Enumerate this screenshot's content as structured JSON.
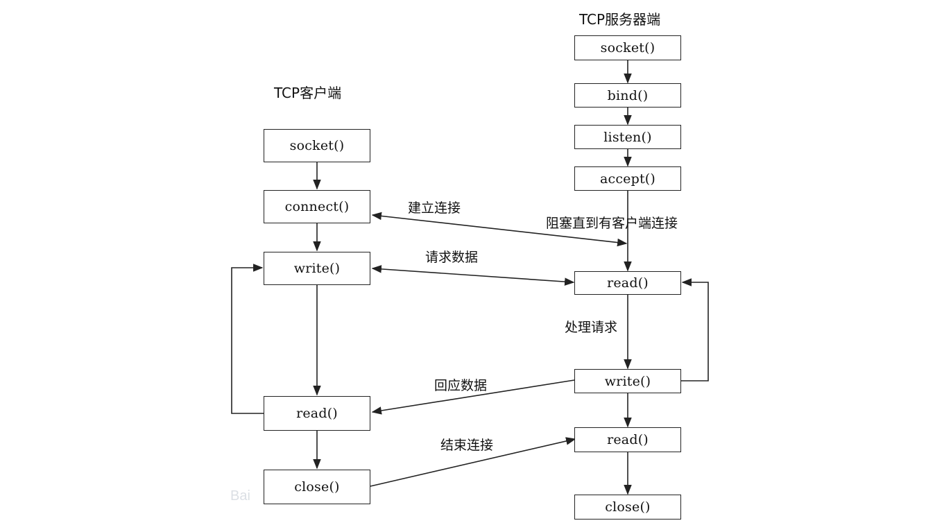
{
  "client": {
    "title": "TCP客户端",
    "boxes": {
      "socket": "socket()",
      "connect": "connect()",
      "write": "write()",
      "read": "read()",
      "close": "close()"
    }
  },
  "server": {
    "title": "TCP服务器端",
    "boxes": {
      "socket": "socket()",
      "bind": "bind()",
      "listen": "listen()",
      "accept": "accept()",
      "read": "read()",
      "write": "write()",
      "read2": "read()",
      "close": "close()"
    }
  },
  "edges": {
    "establish": "建立连接",
    "block": "阻塞直到有客户端连接",
    "request": "请求数据",
    "process": "处理请求",
    "response": "回应数据",
    "end": "结束连接"
  },
  "colors": {
    "line": "#222222",
    "box_border": "#222222",
    "watermark": "#9aa5b5"
  }
}
